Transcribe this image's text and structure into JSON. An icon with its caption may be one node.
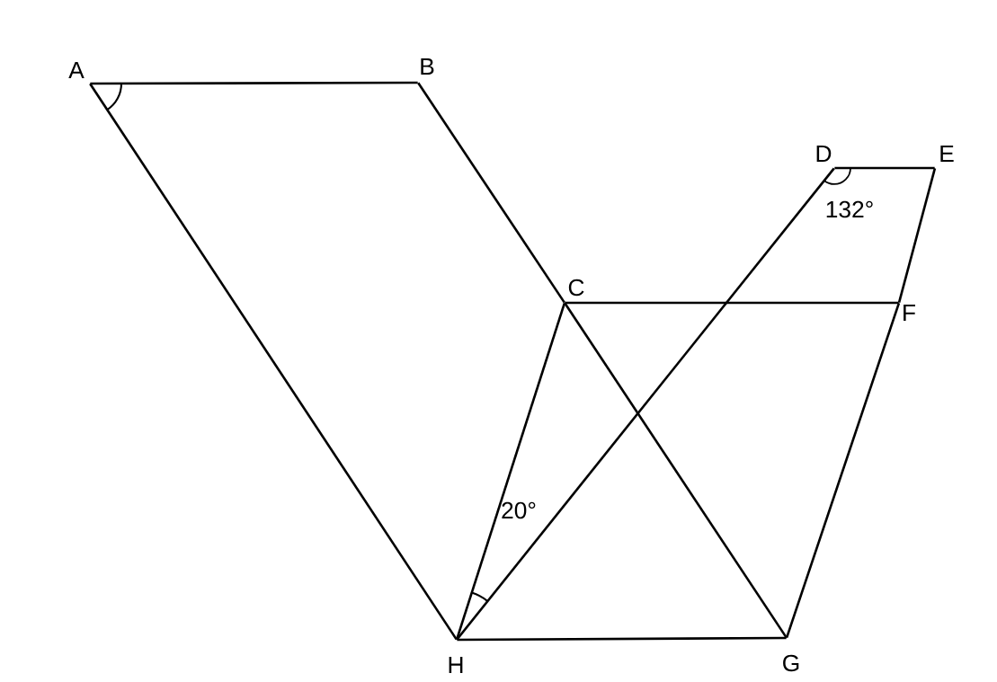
{
  "diagram": {
    "nodes": [
      {
        "text": [
          "A"
        ]
      },
      {
        "text": [
          "B"
        ]
      },
      {
        "text": [
          "C"
        ]
      },
      {
        "text": [
          "D"
        ]
      },
      {
        "text": [
          "E"
        ]
      },
      {
        "text": [
          "F"
        ]
      },
      {
        "text": [
          "G"
        ]
      },
      {
        "text": [
          "H"
        ]
      }
    ],
    "edges": [
      {
        "from": 0,
        "to": 1,
        "arrow": "none"
      },
      {
        "from": 1,
        "to": 2,
        "arrow": "none"
      },
      {
        "from": 2,
        "to": 6,
        "arrow": "none"
      },
      {
        "from": 0,
        "to": 7,
        "arrow": "none"
      },
      {
        "from": 7,
        "to": 6,
        "arrow": "none"
      },
      {
        "from": 7,
        "to": 2,
        "arrow": "none"
      },
      {
        "from": 7,
        "to": 3,
        "arrow": "none"
      },
      {
        "from": 3,
        "to": 4,
        "arrow": "none"
      },
      {
        "from": 4,
        "to": 5,
        "arrow": "none"
      },
      {
        "from": 5,
        "to": 6,
        "arrow": "none"
      },
      {
        "from": 2,
        "to": 5,
        "arrow": "none"
      }
    ],
    "labels": [
      "132°",
      "20°"
    ]
  }
}
